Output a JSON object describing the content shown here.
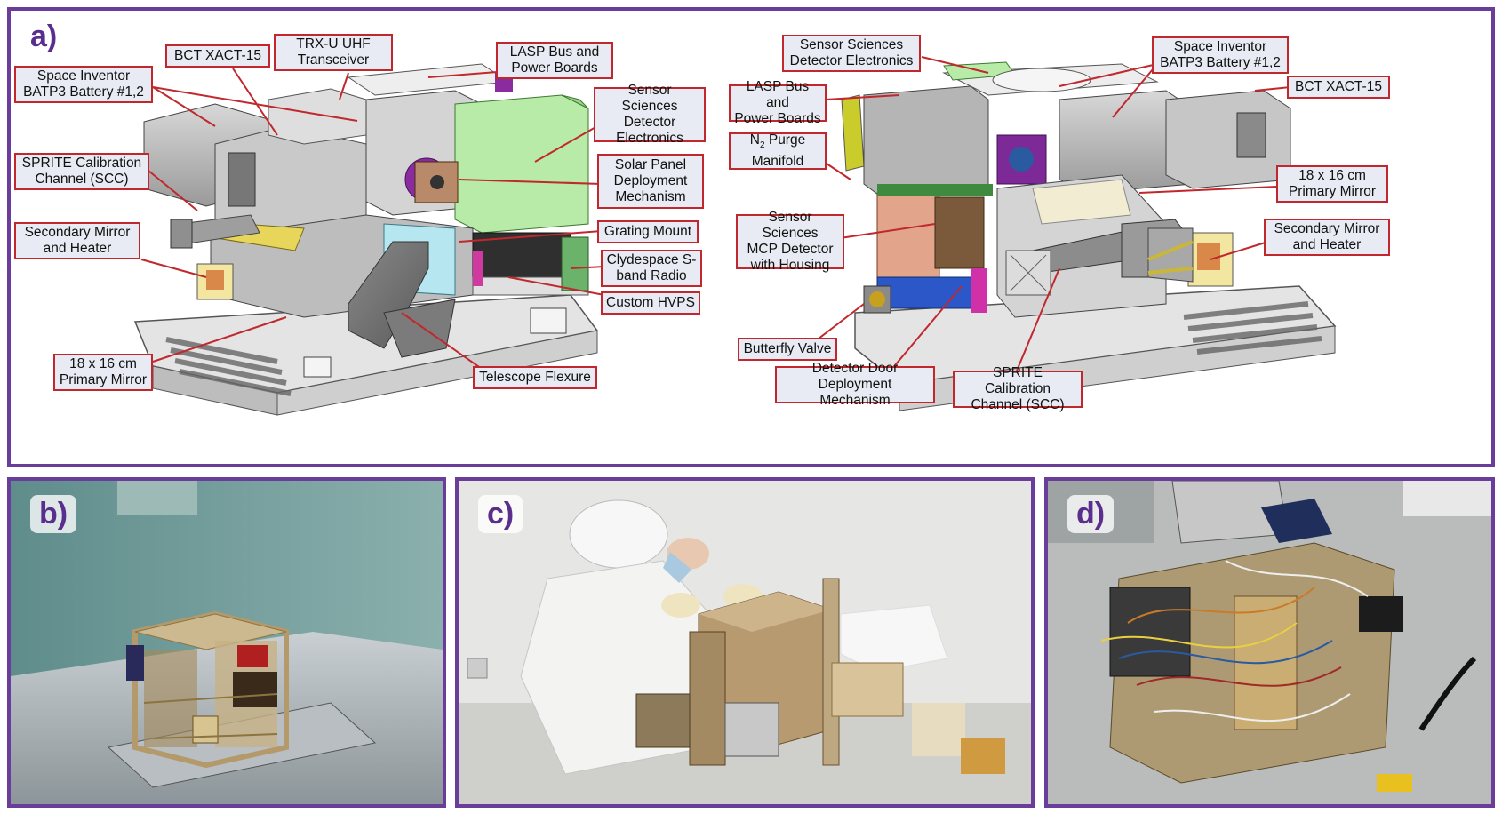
{
  "panel_a": {
    "letter": "a)",
    "left_labels": {
      "trx": "TRX-U UHF\nTransceiver",
      "bct": "BCT XACT-15",
      "lasp": "LASP Bus and\nPower Boards",
      "battery": "Space Inventor\nBATP3 Battery #1,2",
      "sensor_elec": "Sensor Sciences\nDetector\nElectronics",
      "scc": "SPRITE Calibration\nChannel (SCC)",
      "solar": "Solar Panel\nDeployment\nMechanism",
      "grating": "Grating Mount",
      "secondary": "Secondary Mirror\nand Heater",
      "clydespace": "Clydespace S-\nband Radio",
      "hvps": "Custom HVPS",
      "primary": "18 x 16 cm\nPrimary Mirror",
      "flexure": "Telescope Flexure"
    },
    "right_labels": {
      "sensor_elec": "Sensor Sciences\nDetector Electronics",
      "battery": "Space Inventor\nBATP3 Battery #1,2",
      "lasp": "LASP Bus and\nPower Boards",
      "bct": "BCT XACT-15",
      "purge_pre": "N",
      "purge_sub": "2",
      "purge_post": " Purge\nManifold",
      "primary": "18 x 16 cm\nPrimary Mirror",
      "mcp": "Sensor Sciences\nMCP Detector\nwith Housing",
      "secondary": "Secondary Mirror\nand Heater",
      "butterfly": "Butterfly Valve",
      "door": "Detector Door Deployment\nMechanism",
      "scc": "SPRITE Calibration\nChannel (SCC)"
    }
  },
  "panel_b": {
    "letter": "b)"
  },
  "panel_c": {
    "letter": "c)"
  },
  "panel_d": {
    "letter": "d)"
  },
  "colors": {
    "frame": "#6a3d9a",
    "letter": "#5b2d8c",
    "callout_border": "#c0282d",
    "callout_fill": "#e8ebf3"
  }
}
